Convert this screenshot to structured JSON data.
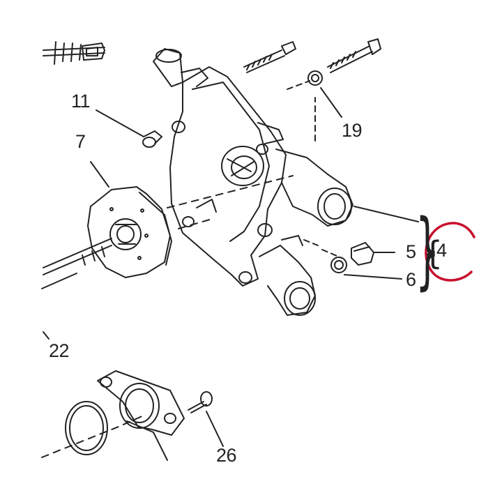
{
  "callouts": {
    "part_11": "11",
    "part_7": "7",
    "part_19": "19",
    "part_5": "5",
    "part_4": "4",
    "part_6": "6",
    "part_22": "22",
    "part_26": "26"
  },
  "colors": {
    "line": "#222222",
    "highlight_circle": "#c8102e"
  }
}
